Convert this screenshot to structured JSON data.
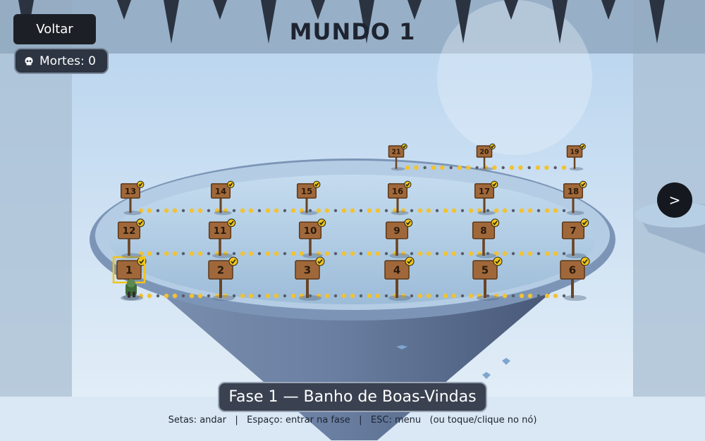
{
  "header": {
    "back_label": "Voltar",
    "deaths_label": "Mortes: 0",
    "world_title": "MUNDO 1",
    "next_label": ">"
  },
  "stage": {
    "name": "Fase 1 — Banho de Boas-Vindas"
  },
  "help": {
    "text": "Setas: andar   |   Espaço: entrar na fase   |   ESC: menu   (ou toque/clique no nó)"
  },
  "levels": [
    {
      "label": "1",
      "completed": true,
      "selected": true
    },
    {
      "label": "2",
      "completed": true
    },
    {
      "label": "3",
      "completed": true
    },
    {
      "label": "4",
      "completed": true
    },
    {
      "label": "5",
      "completed": true
    },
    {
      "label": "6",
      "completed": true
    },
    {
      "label": "7",
      "completed": true
    },
    {
      "label": "8",
      "completed": true
    },
    {
      "label": "9",
      "completed": true
    },
    {
      "label": "10",
      "completed": true
    },
    {
      "label": "11",
      "completed": true
    },
    {
      "label": "12",
      "completed": true
    },
    {
      "label": "13",
      "completed": true
    },
    {
      "label": "14",
      "completed": true
    },
    {
      "label": "15",
      "completed": true
    },
    {
      "label": "16",
      "completed": true
    },
    {
      "label": "17",
      "completed": true
    },
    {
      "label": "18",
      "completed": true
    },
    {
      "label": "19",
      "completed": true
    },
    {
      "label": "20",
      "completed": true
    },
    {
      "label": "21",
      "completed": true
    }
  ],
  "colors": {
    "sky": "#cfe1f0",
    "ice_dark": "#4a5a78",
    "ice_top": "#a9c8e2",
    "sign_wood": "#a0683a",
    "check_gold": "#f0c419",
    "path_dot_gold": "#f1c232",
    "path_dot_gray": "#555d6a",
    "selection": "#f0c419"
  }
}
